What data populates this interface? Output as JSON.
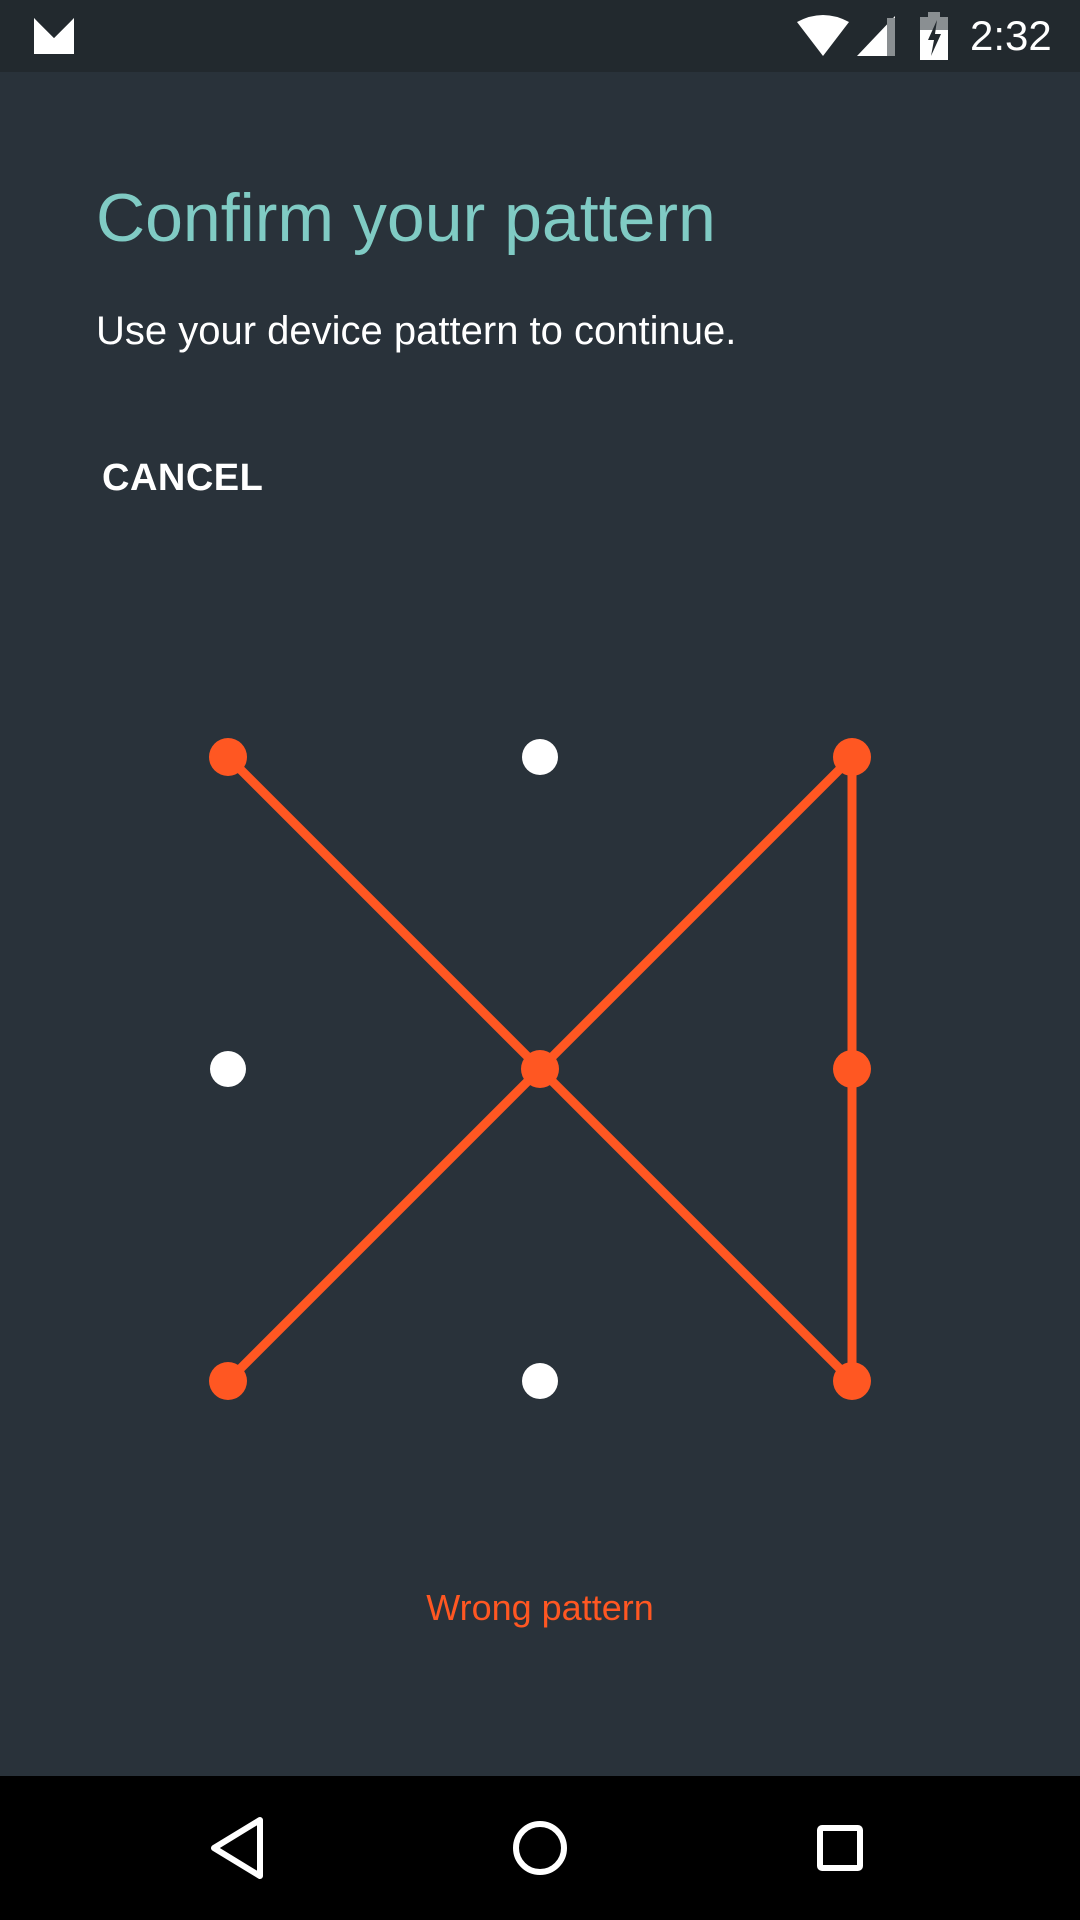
{
  "status_bar": {
    "time": "2:32",
    "icons": [
      "gmail-icon",
      "wifi-icon",
      "signal-icon",
      "battery-charging-icon"
    ]
  },
  "dialog": {
    "title": "Confirm your pattern",
    "subtitle": "Use your device pattern to continue.",
    "cancel_label": "CANCEL",
    "error_message": "Wrong pattern"
  },
  "pattern": {
    "grid_size": 3,
    "selected_cells": [
      1,
      3,
      5,
      6,
      7,
      9
    ],
    "path_sequence": [
      1,
      5,
      9,
      6,
      3,
      5,
      7
    ],
    "state": "error"
  },
  "colors": {
    "background": "#29323a",
    "status_bar": "#22292e",
    "title": "#80cbc4",
    "error": "#ff5722",
    "dot_idle": "#ffffff"
  },
  "nav_bar": {
    "buttons": [
      "back-icon",
      "home-icon",
      "recents-icon"
    ]
  }
}
